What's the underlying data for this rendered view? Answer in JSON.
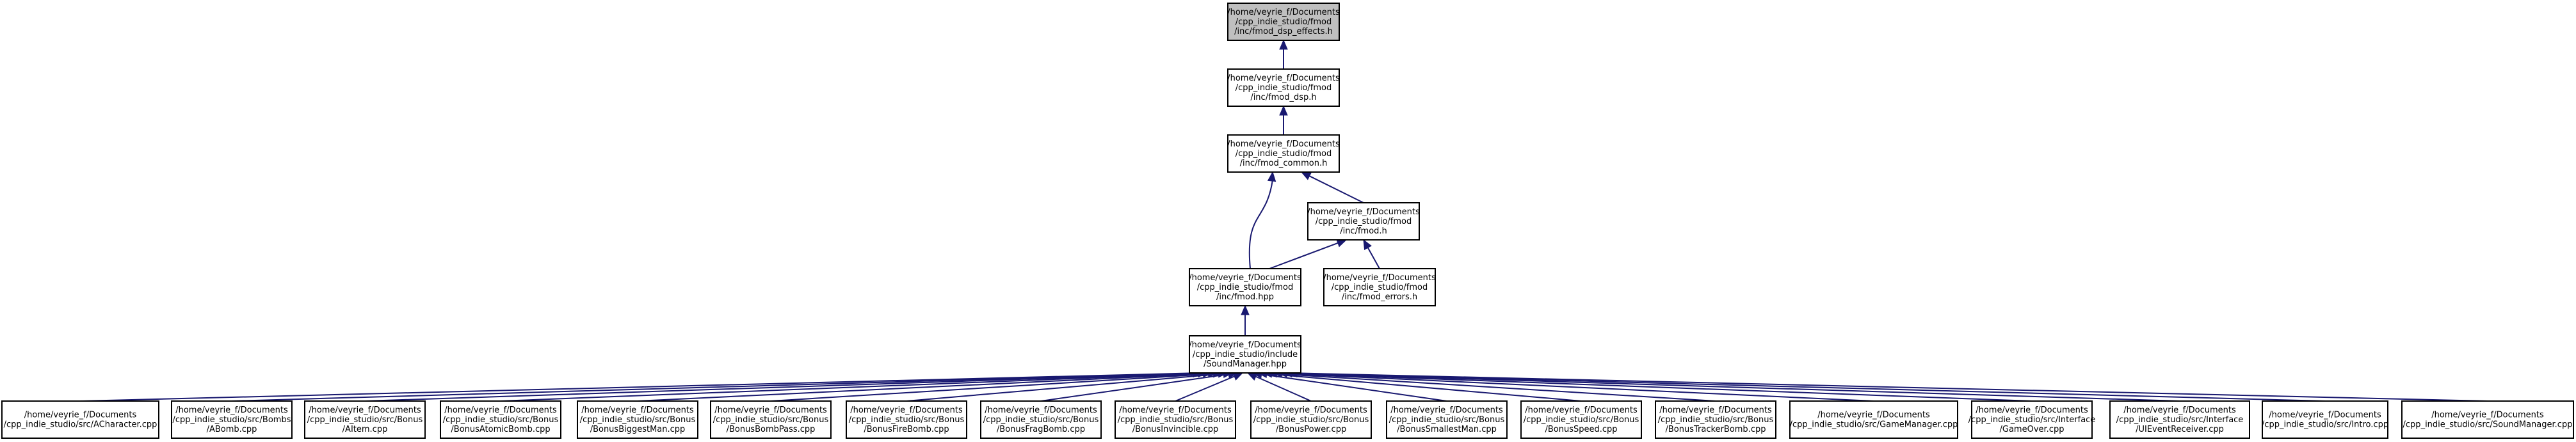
{
  "nodes": [
    {
      "id": "fmod_dsp_effects",
      "lines": [
        "/home/veyrie_f/Documents",
        "/cpp_indie_studio/fmod",
        "/inc/fmod_dsp_effects.h"
      ],
      "root": true
    },
    {
      "id": "fmod_dsp",
      "lines": [
        "/home/veyrie_f/Documents",
        "/cpp_indie_studio/fmod",
        "/inc/fmod_dsp.h"
      ]
    },
    {
      "id": "fmod_common",
      "lines": [
        "/home/veyrie_f/Documents",
        "/cpp_indie_studio/fmod",
        "/inc/fmod_common.h"
      ]
    },
    {
      "id": "fmod_h",
      "lines": [
        "/home/veyrie_f/Documents",
        "/cpp_indie_studio/fmod",
        "/inc/fmod.h"
      ]
    },
    {
      "id": "fmod_hpp",
      "lines": [
        "/home/veyrie_f/Documents",
        "/cpp_indie_studio/fmod",
        "/inc/fmod.hpp"
      ]
    },
    {
      "id": "fmod_errors",
      "lines": [
        "/home/veyrie_f/Documents",
        "/cpp_indie_studio/fmod",
        "/inc/fmod_errors.h"
      ]
    },
    {
      "id": "soundmanager_hpp",
      "lines": [
        "/home/veyrie_f/Documents",
        "/cpp_indie_studio/include",
        "/SoundManager.hpp"
      ]
    },
    {
      "id": "acharacter",
      "lines": [
        "/home/veyrie_f/Documents",
        "/cpp_indie_studio/src/ACharacter.cpp"
      ]
    },
    {
      "id": "abomb",
      "lines": [
        "/home/veyrie_f/Documents",
        "/cpp_indie_studio/src/Bombs",
        "/ABomb.cpp"
      ]
    },
    {
      "id": "aitem",
      "lines": [
        "/home/veyrie_f/Documents",
        "/cpp_indie_studio/src/Bonus",
        "/AItem.cpp"
      ]
    },
    {
      "id": "bonusatomicbomb",
      "lines": [
        "/home/veyrie_f/Documents",
        "/cpp_indie_studio/src/Bonus",
        "/BonusAtomicBomb.cpp"
      ]
    },
    {
      "id": "bonusbiggestman",
      "lines": [
        "/home/veyrie_f/Documents",
        "/cpp_indie_studio/src/Bonus",
        "/BonusBiggestMan.cpp"
      ]
    },
    {
      "id": "bonusbombpass",
      "lines": [
        "/home/veyrie_f/Documents",
        "/cpp_indie_studio/src/Bonus",
        "/BonusBombPass.cpp"
      ]
    },
    {
      "id": "bonusfirebomb",
      "lines": [
        "/home/veyrie_f/Documents",
        "/cpp_indie_studio/src/Bonus",
        "/BonusFireBomb.cpp"
      ]
    },
    {
      "id": "bonusfragbomb",
      "lines": [
        "/home/veyrie_f/Documents",
        "/cpp_indie_studio/src/Bonus",
        "/BonusFragBomb.cpp"
      ]
    },
    {
      "id": "bonusinvincible",
      "lines": [
        "/home/veyrie_f/Documents",
        "/cpp_indie_studio/src/Bonus",
        "/BonusInvincible.cpp"
      ]
    },
    {
      "id": "bonuspower",
      "lines": [
        "/home/veyrie_f/Documents",
        "/cpp_indie_studio/src/Bonus",
        "/BonusPower.cpp"
      ]
    },
    {
      "id": "bonussmallestman",
      "lines": [
        "/home/veyrie_f/Documents",
        "/cpp_indie_studio/src/Bonus",
        "/BonusSmallestMan.cpp"
      ]
    },
    {
      "id": "bonusspeed",
      "lines": [
        "/home/veyrie_f/Documents",
        "/cpp_indie_studio/src/Bonus",
        "/BonusSpeed.cpp"
      ]
    },
    {
      "id": "bonustrackerbomb",
      "lines": [
        "/home/veyrie_f/Documents",
        "/cpp_indie_studio/src/Bonus",
        "/BonusTrackerBomb.cpp"
      ]
    },
    {
      "id": "gamemanager",
      "lines": [
        "/home/veyrie_f/Documents",
        "/cpp_indie_studio/src/GameManager.cpp"
      ]
    },
    {
      "id": "gameover",
      "lines": [
        "/home/veyrie_f/Documents",
        "/cpp_indie_studio/src/Interface",
        "/GameOver.cpp"
      ]
    },
    {
      "id": "uieventreceiver",
      "lines": [
        "/home/veyrie_f/Documents",
        "/cpp_indie_studio/src/Interface",
        "/UIEventReceiver.cpp"
      ]
    },
    {
      "id": "intro",
      "lines": [
        "/home/veyrie_f/Documents",
        "/cpp_indie_studio/src/Intro.cpp"
      ]
    },
    {
      "id": "soundmanager_cpp",
      "lines": [
        "/home/veyrie_f/Documents",
        "/cpp_indie_studio/src/SoundManager.cpp"
      ]
    }
  ],
  "edges": [
    [
      "fmod_dsp",
      "fmod_dsp_effects"
    ],
    [
      "fmod_common",
      "fmod_dsp"
    ],
    [
      "fmod_h",
      "fmod_common"
    ],
    [
      "fmod_hpp",
      "fmod_common"
    ],
    [
      "fmod_hpp",
      "fmod_h"
    ],
    [
      "fmod_errors",
      "fmod_h"
    ],
    [
      "soundmanager_hpp",
      "fmod_hpp"
    ],
    [
      "acharacter",
      "soundmanager_hpp"
    ],
    [
      "abomb",
      "soundmanager_hpp"
    ],
    [
      "aitem",
      "soundmanager_hpp"
    ],
    [
      "bonusatomicbomb",
      "soundmanager_hpp"
    ],
    [
      "bonusbiggestman",
      "soundmanager_hpp"
    ],
    [
      "bonusbombpass",
      "soundmanager_hpp"
    ],
    [
      "bonusfirebomb",
      "soundmanager_hpp"
    ],
    [
      "bonusfragbomb",
      "soundmanager_hpp"
    ],
    [
      "bonusinvincible",
      "soundmanager_hpp"
    ],
    [
      "bonuspower",
      "soundmanager_hpp"
    ],
    [
      "bonussmallestman",
      "soundmanager_hpp"
    ],
    [
      "bonusspeed",
      "soundmanager_hpp"
    ],
    [
      "bonustrackerbomb",
      "soundmanager_hpp"
    ],
    [
      "gamemanager",
      "soundmanager_hpp"
    ],
    [
      "gameover",
      "soundmanager_hpp"
    ],
    [
      "uieventreceiver",
      "soundmanager_hpp"
    ],
    [
      "intro",
      "soundmanager_hpp"
    ],
    [
      "soundmanager_cpp",
      "soundmanager_hpp"
    ]
  ]
}
